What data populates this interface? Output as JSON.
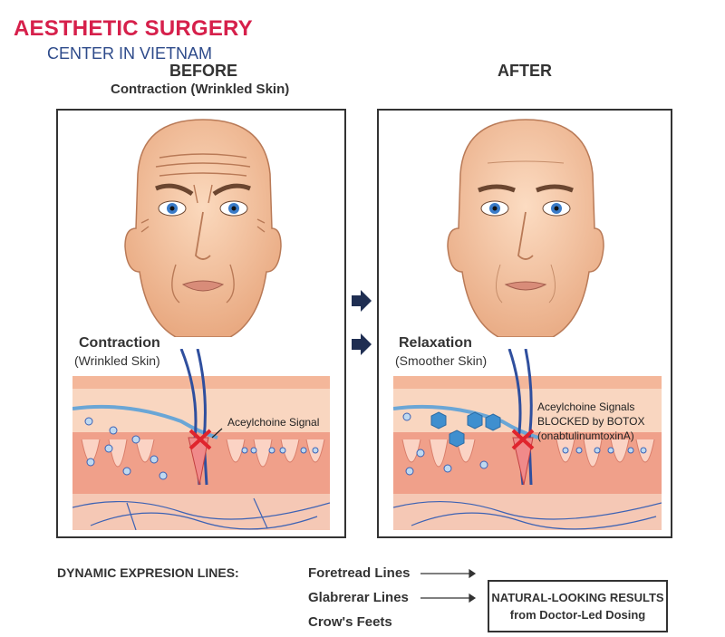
{
  "brand": {
    "title": "AESTHETIC SURGERY",
    "subtitle": "CENTER IN VIETNAM"
  },
  "before": {
    "heading": "BEFORE",
    "subheading": "Contraction (Wrinkled Skin)",
    "label_title": "Contraction",
    "label_sub": "(Wrinkled Skin)",
    "signal_note": "Aceylchoine Signal"
  },
  "after": {
    "heading": "AFTER",
    "label_title": "Relaxation",
    "label_sub": "(Smoother Skin)",
    "signal_note": [
      "Aceylchoine Signals",
      "BLOCKED by BOTOX",
      "(onabtulinumtoxinA)"
    ]
  },
  "bottom": {
    "left_label": "DYNAMIC EXPRESION LINES:",
    "lines": [
      "Foretread Lines",
      "Glabrerar Lines",
      "Crow's Feets"
    ],
    "result": [
      "NATURAL-LOOKING RESULTS",
      "from Doctor-Led Dosing"
    ]
  },
  "colors": {
    "brand": "#d6204b",
    "brand_sub": "#2d4a8a",
    "skin": "#f6c9a6",
    "nerve": "#2f4f9e",
    "block": "#e0242d",
    "botox": "#3f8fcf"
  }
}
